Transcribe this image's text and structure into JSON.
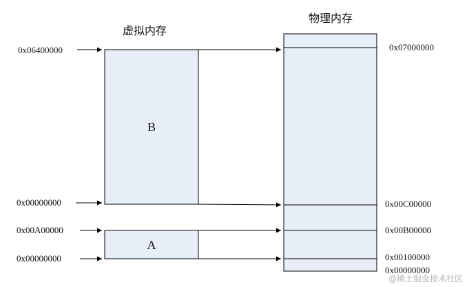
{
  "virtual_memory": {
    "title": "虚拟内存",
    "block_b": {
      "label": "B",
      "top_address": "0x06400000",
      "bottom_address": "0x00000000"
    },
    "block_a": {
      "label": "A",
      "top_address": "0x00A00000",
      "bottom_address": "0x00000000"
    }
  },
  "physical_memory": {
    "title": "物理内存",
    "addresses": {
      "a": "0x07000000",
      "b": "0x00C00000",
      "c": "0x00B00000",
      "d": "0x00100000",
      "e": "0x00000000"
    }
  },
  "watermark": "@稀土掘金技术社区",
  "colors": {
    "block_fill": "#e8eef8",
    "stroke": "#000000"
  }
}
